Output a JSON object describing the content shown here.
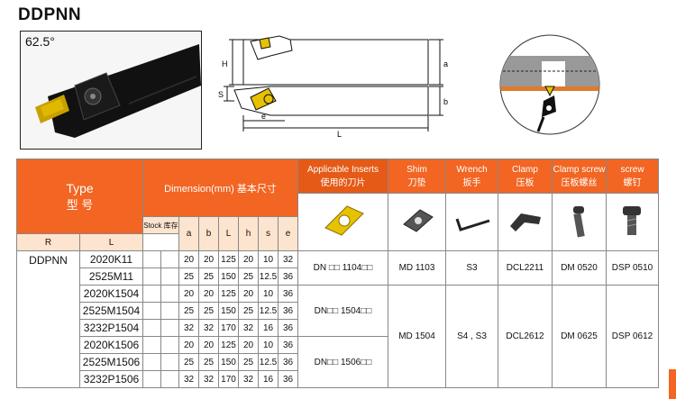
{
  "product": {
    "title": "DDPNN",
    "angle": "62.5°"
  },
  "sketch": {
    "labels": {
      "H": "H",
      "S": "S",
      "a": "a",
      "b": "b",
      "L": "L",
      "e": "e"
    }
  },
  "table": {
    "type_header": "Type",
    "type_header_cn": "型 号",
    "dimension_header": "Dimension(mm) 基本尺寸",
    "stock_header": "Stock 库存",
    "stock_cols": [
      "R",
      "L"
    ],
    "dim_cols": [
      "a",
      "b",
      "L",
      "h",
      "s",
      "e"
    ],
    "part_headers": [
      {
        "en": "Applicable Inserts",
        "cn": "使用的刀片"
      },
      {
        "en": "Shim",
        "cn": "刀垫"
      },
      {
        "en": "Wrench",
        "cn": "扳手"
      },
      {
        "en": "Clamp",
        "cn": "压板"
      },
      {
        "en": "Clamp screw",
        "cn": "压板螺丝"
      },
      {
        "en": "screw",
        "cn": "螺钉"
      }
    ],
    "family": "DDPNN",
    "rows": [
      {
        "model": "2020K11",
        "a": "20",
        "b": "20",
        "L": "125",
        "h": "20",
        "s": "10",
        "e": "32"
      },
      {
        "model": "2525M11",
        "a": "25",
        "b": "25",
        "L": "150",
        "h": "25",
        "s": "12.5",
        "e": "36"
      },
      {
        "model": "2020K1504",
        "a": "20",
        "b": "20",
        "L": "125",
        "h": "20",
        "s": "10",
        "e": "36"
      },
      {
        "model": "2525M1504",
        "a": "25",
        "b": "25",
        "L": "150",
        "h": "25",
        "s": "12.5",
        "e": "36"
      },
      {
        "model": "3232P1504",
        "a": "32",
        "b": "32",
        "L": "170",
        "h": "32",
        "s": "16",
        "e": "36"
      },
      {
        "model": "2020K1506",
        "a": "20",
        "b": "20",
        "L": "125",
        "h": "20",
        "s": "10",
        "e": "36"
      },
      {
        "model": "2525M1506",
        "a": "25",
        "b": "25",
        "L": "150",
        "h": "25",
        "s": "12.5",
        "e": "36"
      },
      {
        "model": "3232P1506",
        "a": "32",
        "b": "32",
        "L": "170",
        "h": "32",
        "s": "16",
        "e": "36"
      }
    ],
    "groups": [
      {
        "insert": "DN □□ 1104□□",
        "shim": "MD 1103",
        "wrench": "S3",
        "clamp": "DCL2211",
        "clamp_screw": "DM 0520",
        "screw": "DSP 0510"
      },
      {
        "insert": "DN□□ 1504□□",
        "shim": "MD 1504",
        "wrench": "S4 , S3",
        "clamp": "DCL2612",
        "clamp_screw": "DM 0625",
        "screw": "DSP 0612"
      },
      {
        "insert": "DN□□ 1506□□"
      }
    ]
  },
  "colors": {
    "accent": "#f26522"
  }
}
